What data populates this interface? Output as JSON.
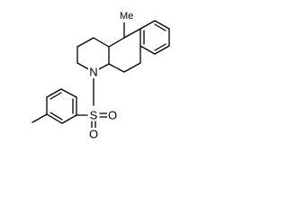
{
  "molecule": {
    "atoms": {
      "methyl_label": "Me",
      "nitrogen_label": "N",
      "sulfur_label": "S",
      "oxygen_right_label": "O",
      "oxygen_bottom_label": "O"
    }
  }
}
